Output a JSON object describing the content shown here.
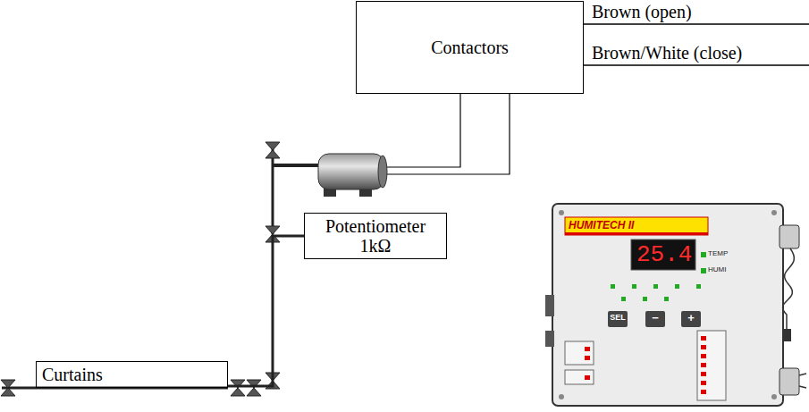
{
  "diagram": {
    "nodes": [
      {
        "text": [
          "Contactors"
        ]
      },
      {
        "text": [
          "Potentiometer 1kΩ"
        ]
      },
      {
        "text": [
          "Curtains"
        ]
      }
    ],
    "edges": [
      {
        "from": 1,
        "to": 2,
        "arrow": "none"
      }
    ],
    "labels": [
      "Brown (open)",
      "Brown/White (close)",
      "HUMITECH II",
      "25.4",
      "TEMP",
      "HUMI",
      "SEL",
      "−",
      "+"
    ]
  }
}
